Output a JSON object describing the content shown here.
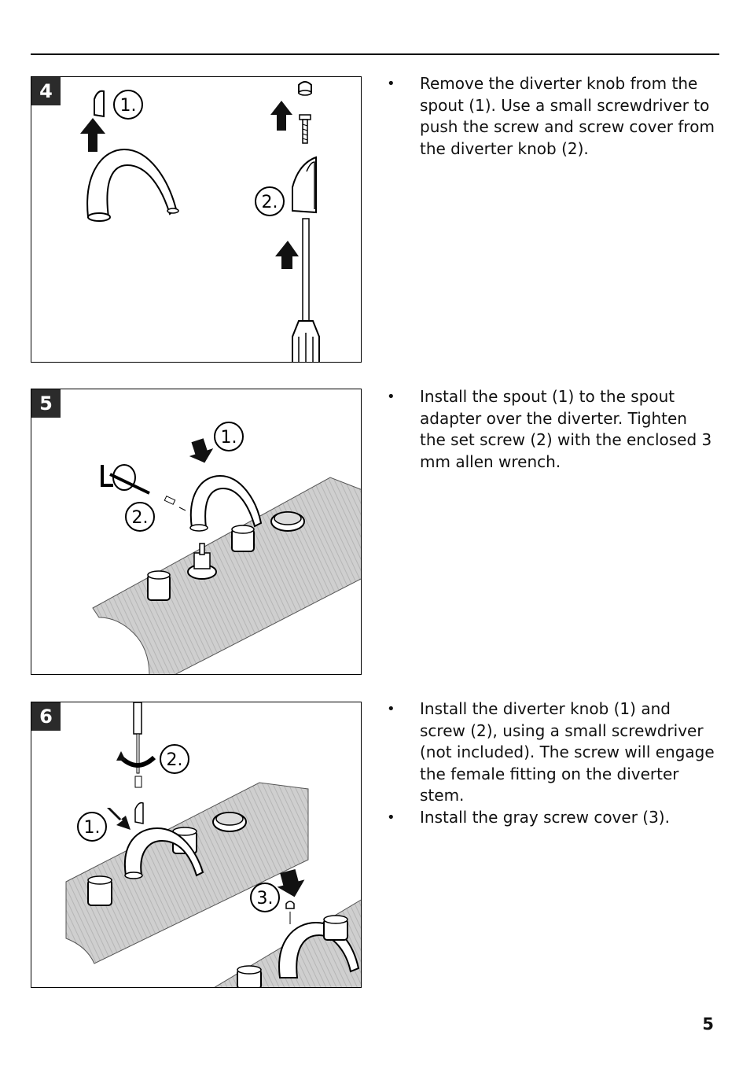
{
  "steps": [
    {
      "number": "4",
      "callouts": [
        "1.",
        "2."
      ],
      "bullets": [
        "Remove the diverter knob from the spout (1).  Use a small screwdriver to push the screw and screw cover from the diverter knob (2)."
      ]
    },
    {
      "number": "5",
      "callouts": [
        "1.",
        "2."
      ],
      "bullets": [
        "Install the spout (1) to the spout adapter over the diverter.  Tighten the set screw (2) with the enclosed 3 mm allen wrench."
      ]
    },
    {
      "number": "6",
      "callouts": [
        "1.",
        "2.",
        "3."
      ],
      "bullets": [
        "Install the diverter knob (1) and screw (2), using a small screwdriver (not included).  The screw will engage the female fitting on the diverter stem.",
        "Install the gray screw cover (3)."
      ]
    }
  ],
  "page_number": "5"
}
